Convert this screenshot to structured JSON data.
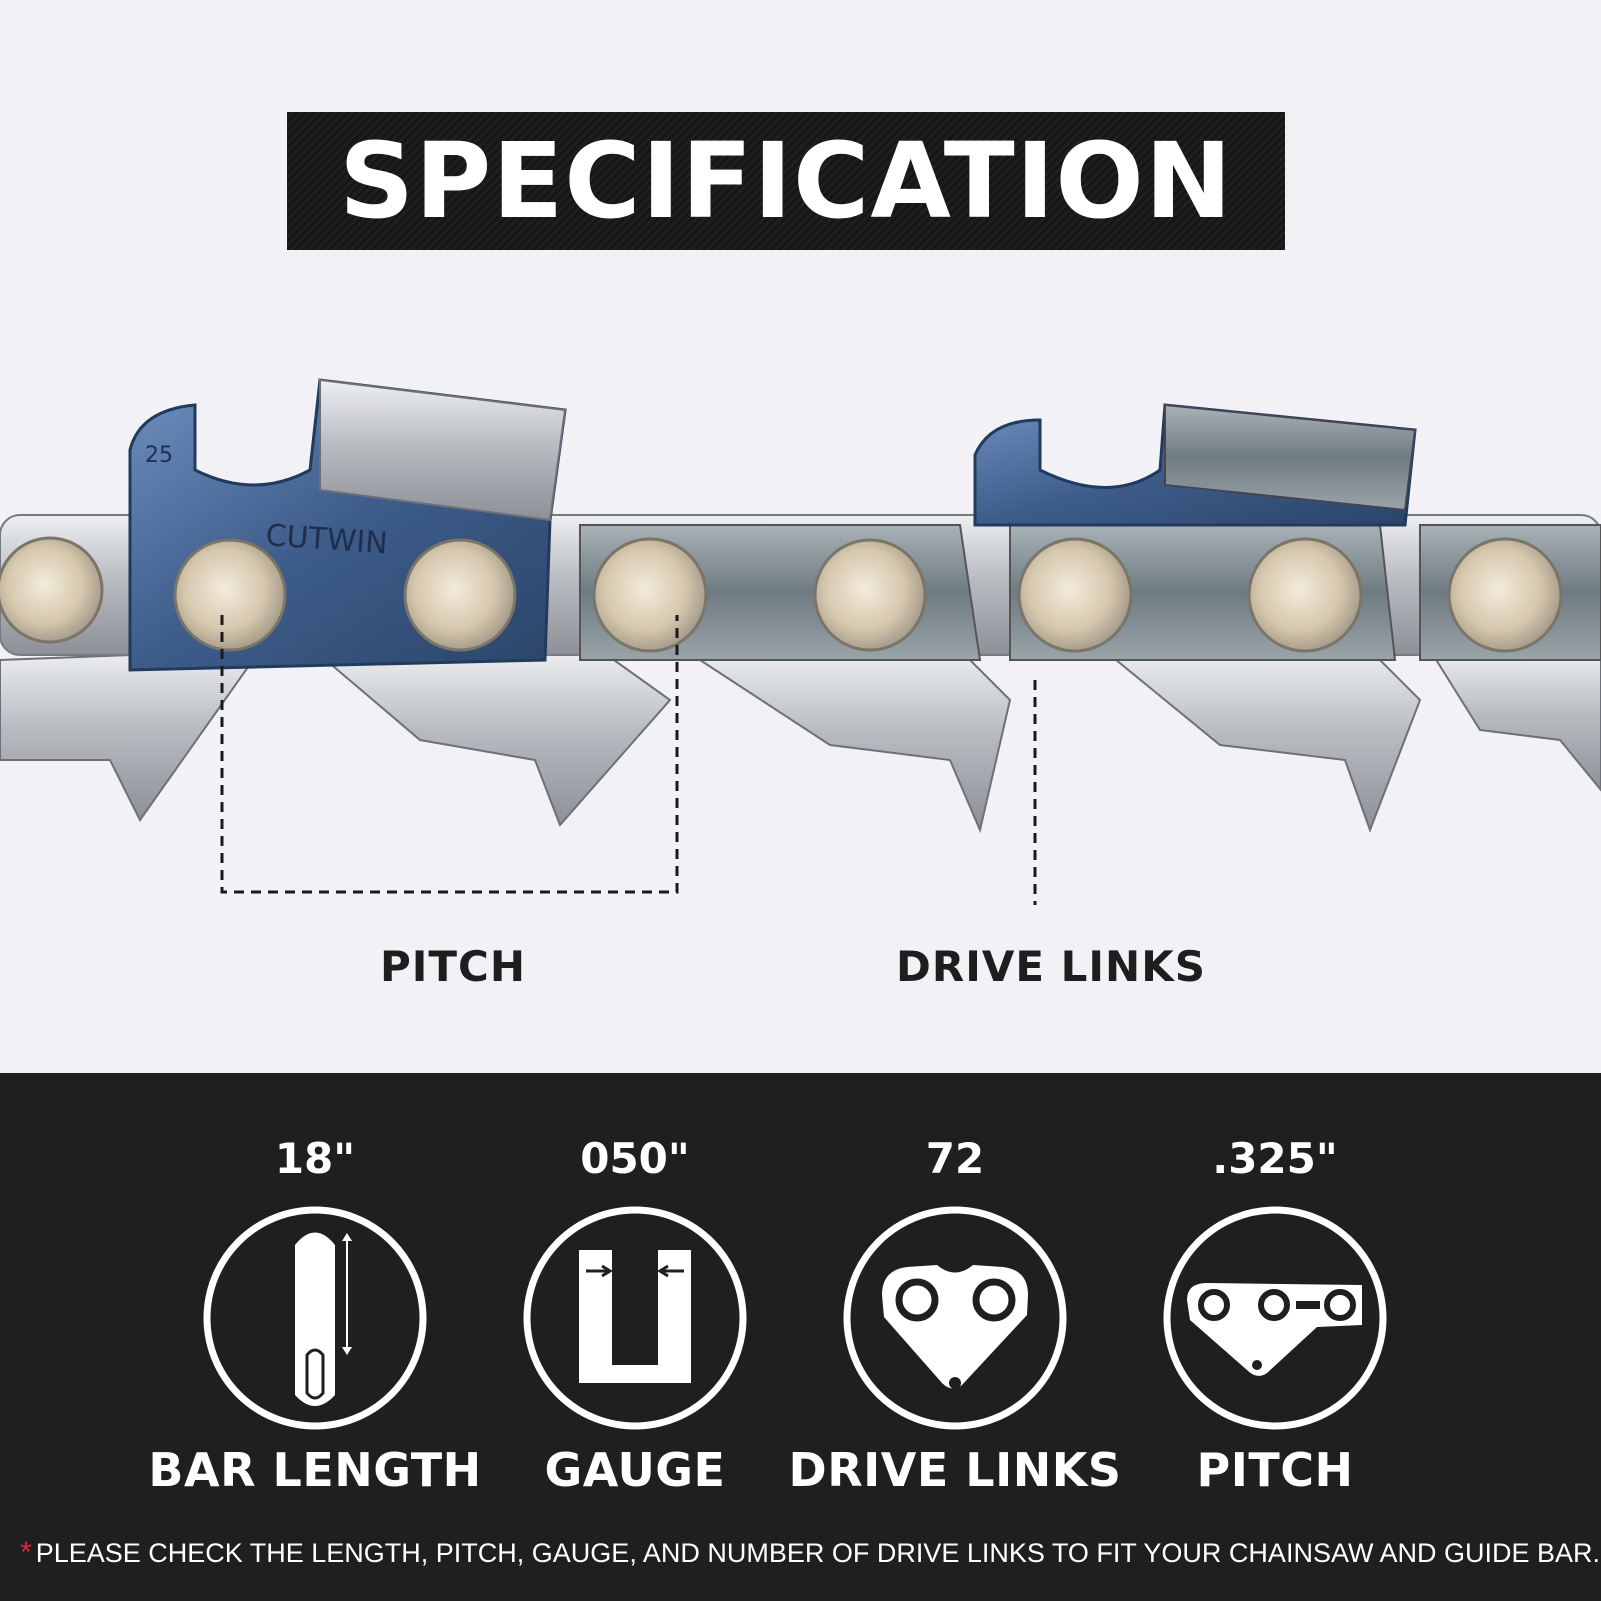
{
  "banner": {
    "title": "SPECIFICATION"
  },
  "chain_image": {
    "brand_marking": "CUTWIN",
    "gauge_marking": "25",
    "callouts": {
      "pitch_label": "PITCH",
      "drive_links_label": "DRIVE LINKS"
    }
  },
  "specs": [
    {
      "value": "18\"",
      "label": "BAR LENGTH",
      "icon": "bar-length-icon"
    },
    {
      "value": "050\"",
      "label": "GAUGE",
      "icon": "gauge-icon"
    },
    {
      "value": "72",
      "label": "DRIVE LINKS",
      "icon": "drive-link-icon"
    },
    {
      "value": ".325\"",
      "label": "PITCH",
      "icon": "pitch-icon"
    }
  ],
  "note": {
    "marker": "*",
    "text": "PLEASE CHECK THE LENGTH, PITCH, GAUGE, AND NUMBER OF DRIVE LINKS TO FIT YOUR CHAINSAW AND GUIDE BAR."
  },
  "colors": {
    "background": "#f2f1f5",
    "panel": "#1f1f1f",
    "accent_star": "#e0233a",
    "cutter_blue": "#3f5f8c",
    "chrome": "#c9cbcf"
  }
}
